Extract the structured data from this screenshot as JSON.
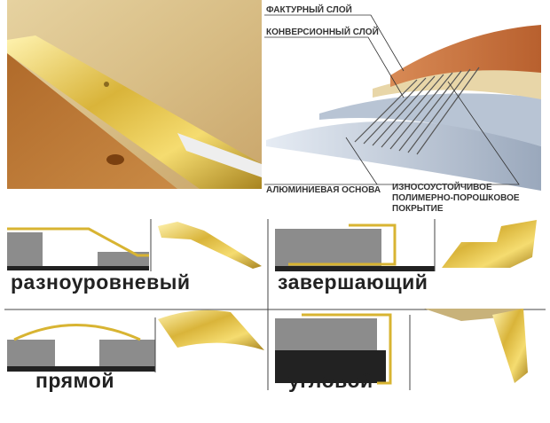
{
  "layers": {
    "texture": "ФАКТУРНЫЙ СЛОЙ",
    "conversion": "КОНВЕРСИОННЫЙ СЛОЙ",
    "aluminium": "АЛЮМИНИЕВАЯ ОСНОВА",
    "coating_line1": "ИЗНОСОУСТОЙЧИВОЕ",
    "coating_line2": "ПОЛИМЕРНО-ПОРОШКОВОЕ",
    "coating_line3": "ПОКРЫТИЕ"
  },
  "profiles": [
    {
      "label": "разноуровневый"
    },
    {
      "label": "завершающий"
    },
    {
      "label": "прямой"
    },
    {
      "label": "угловой"
    }
  ],
  "colors": {
    "gold": "#d8b432",
    "gray": "#8c8c8c",
    "black": "#222222"
  }
}
